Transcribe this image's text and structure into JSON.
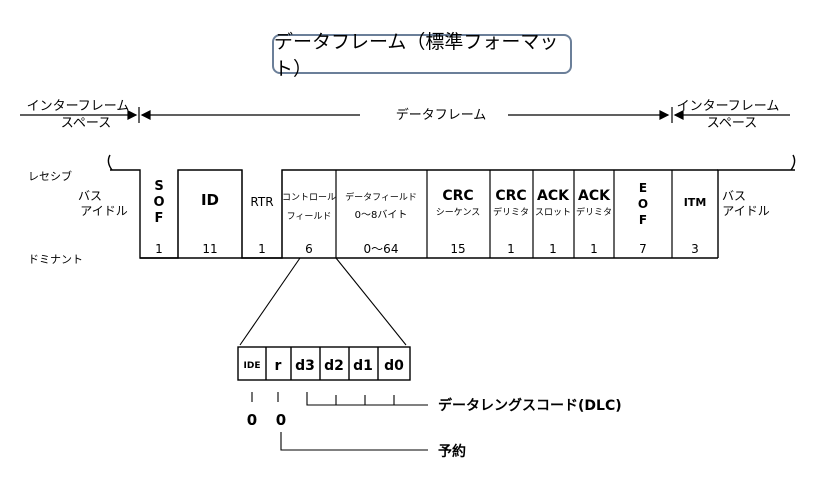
{
  "title": "データフレーム（標準フォーマット）",
  "interframe_left": [
    "インターフレーム",
    "スペース"
  ],
  "interframe_right": [
    "インターフレーム",
    "スペース"
  ],
  "data_frame_label": "データフレーム",
  "recessive_label": "レセシブ",
  "dominant_label": "ドミナント",
  "bus_idle_left": [
    "バス",
    "アイドル"
  ],
  "bus_idle_right": [
    "バス",
    "アイドル"
  ],
  "fields": [
    {
      "name": [
        "S",
        "O",
        "F"
      ],
      "bits": "1"
    },
    {
      "name": [
        "ID"
      ],
      "bits": "11"
    },
    {
      "name": [
        "RTR"
      ],
      "bits": "1"
    },
    {
      "name": [
        "コントロール",
        "フィールド"
      ],
      "bits": "6"
    },
    {
      "name": [
        "データフィールド",
        "0～8バイト"
      ],
      "bits": "0～64"
    },
    {
      "name": [
        "CRC",
        "シーケンス"
      ],
      "bits": "15"
    },
    {
      "name": [
        "CRC",
        "デリミタ"
      ],
      "bits": "1"
    },
    {
      "name": [
        "ACK",
        "スロット"
      ],
      "bits": "1"
    },
    {
      "name": [
        "ACK",
        "デリミタ"
      ],
      "bits": "1"
    },
    {
      "name": [
        "E",
        "O",
        "F"
      ],
      "bits": "7"
    },
    {
      "name": [
        "ITM"
      ],
      "bits": "3"
    }
  ],
  "control_bits": [
    "IDE",
    "r",
    "d3",
    "d2",
    "d1",
    "d0"
  ],
  "control_values": [
    "0",
    "0"
  ],
  "dlc_label": "データレングスコード(DLC)",
  "reserved_label": "予約"
}
